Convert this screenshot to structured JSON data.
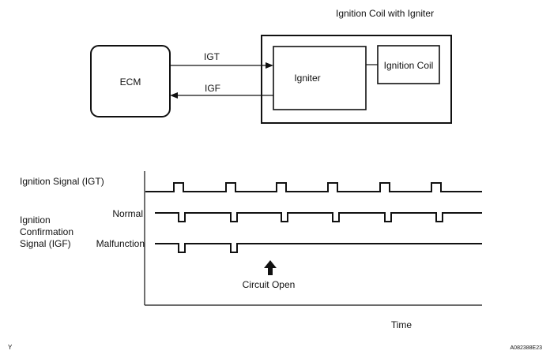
{
  "block_diagram": {
    "module_title": "Ignition Coil with Igniter",
    "ecm_label": "ECM",
    "igniter_label": "Igniter",
    "coil_label": "Ignition Coil",
    "igt_signal": "IGT",
    "igf_signal": "IGF"
  },
  "timing_chart": {
    "igt_label": "Ignition Signal (IGT)",
    "igf_label_lines": [
      "Ignition",
      "Confirmation",
      "Signal (IGF)"
    ],
    "normal_label": "Normal",
    "malfunction_label": "Malfunction",
    "annotation": "Circuit Open",
    "xlabel": "Time"
  },
  "footer": {
    "left_mark": "Y",
    "figure_id": "A082388E23"
  }
}
